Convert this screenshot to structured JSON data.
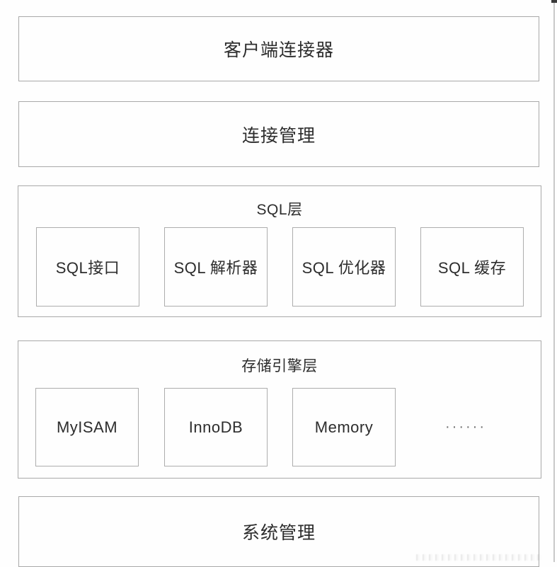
{
  "diagram": {
    "layers": [
      {
        "label": "客户端连接器"
      },
      {
        "label": "连接管理"
      },
      {
        "title": "SQL层",
        "children": [
          "SQL接口",
          "SQL 解析器",
          "SQL 优化器",
          "SQL 缓存"
        ]
      },
      {
        "title": "存储引擎层",
        "children": [
          "MyISAM",
          "InnoDB",
          "Memory"
        ],
        "more": "······"
      },
      {
        "label": "系统管理"
      }
    ]
  },
  "colors": {
    "border": "#a9a9a9",
    "text": "#2d2d2d",
    "background": "#fefefe",
    "scrollbar": "#c9c9c9"
  }
}
